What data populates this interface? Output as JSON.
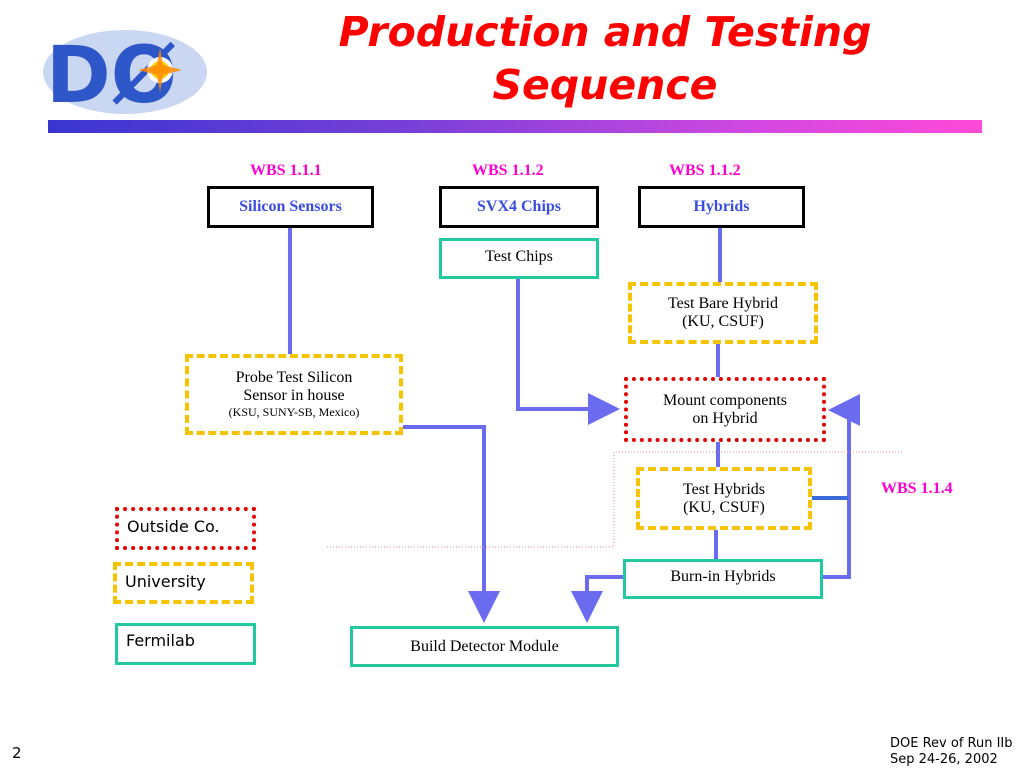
{
  "title": {
    "line1": "Production and Testing",
    "line2": "Sequence"
  },
  "logo": {
    "text": "DØ"
  },
  "wbs": {
    "a": "WBS 1.1.1",
    "b": "WBS 1.1.2",
    "c": "WBS 1.1.2",
    "d": "WBS 1.1.4"
  },
  "boxes": {
    "silicon_sensors": "Silicon Sensors",
    "svx4_chips": "SVX4 Chips",
    "hybrids": "Hybrids",
    "test_chips": "Test Chips",
    "test_bare_hybrid": {
      "line1": "Test Bare Hybrid",
      "line2": "(KU, CSUF)"
    },
    "probe_test": {
      "line1": "Probe Test Silicon",
      "line2": "Sensor  in house",
      "line3": "(KSU, SUNY-SB, Mexico)"
    },
    "mount_components": {
      "line1": "Mount components",
      "line2": "on  Hybrid"
    },
    "test_hybrids": {
      "line1": "Test Hybrids",
      "line2": "(KU, CSUF)"
    },
    "burn_in": "Burn-in  Hybrids",
    "build_module": "Build Detector Module"
  },
  "legend": {
    "outside": "Outside Co.",
    "university": "University",
    "fermilab": "Fermilab"
  },
  "footer": {
    "page": "2",
    "line1": "DOE Rev of Run IIb",
    "line2": "Sep 24-26, 2002"
  },
  "colors": {
    "title": "#ff0000",
    "wbs": "#ff00cc",
    "connector": "#6b6bf0",
    "green": "#22c9a0",
    "yellow": "#f5c400",
    "red": "#e00000"
  }
}
